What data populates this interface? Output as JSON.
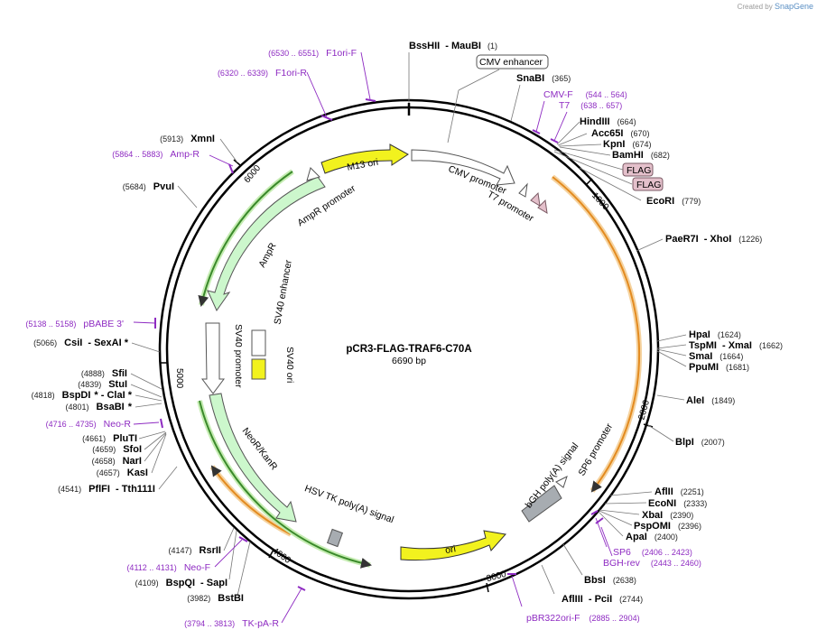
{
  "credit": {
    "created_by": "Created by",
    "brand": "SnapGene"
  },
  "plasmid": {
    "name": "pCR3-FLAG-TRAF6-C70A",
    "size_label": "6690 bp",
    "total_bp": 6690
  },
  "ticks": [
    {
      "bp": 1000,
      "label": "1000"
    },
    {
      "bp": 2000,
      "label": "2000"
    },
    {
      "bp": 3000,
      "label": "3000"
    },
    {
      "bp": 4000,
      "label": "4000"
    },
    {
      "bp": 5000,
      "label": "5000"
    },
    {
      "bp": 6000,
      "label": "6000"
    }
  ],
  "enzymes": [
    {
      "name": "BssHII",
      "extra": "- MauBI",
      "pos": "(1)"
    },
    {
      "name": "SnaBI",
      "extra": "",
      "pos": "(365)"
    },
    {
      "name": "HindIII",
      "extra": "",
      "pos": "(664)"
    },
    {
      "name": "Acc65I",
      "extra": "",
      "pos": "(670)"
    },
    {
      "name": "KpnI",
      "extra": "",
      "pos": "(674)"
    },
    {
      "name": "BamHI",
      "extra": "",
      "pos": "(682)"
    },
    {
      "name": "EcoRI",
      "extra": "",
      "pos": "(779)"
    },
    {
      "name": "PaeR7I",
      "extra": "- XhoI",
      "pos": "(1226)"
    },
    {
      "name": "HpaI",
      "extra": "",
      "pos": "(1624)"
    },
    {
      "name": "TspMI",
      "extra": "- XmaI",
      "pos": "(1662)"
    },
    {
      "name": "SmaI",
      "extra": "",
      "pos": "(1664)"
    },
    {
      "name": "PpuMI",
      "extra": "",
      "pos": "(1681)"
    },
    {
      "name": "AleI",
      "extra": "",
      "pos": "(1849)"
    },
    {
      "name": "BlpI",
      "extra": "",
      "pos": "(2007)"
    },
    {
      "name": "AflII",
      "extra": "",
      "pos": "(2251)"
    },
    {
      "name": "EcoNI",
      "extra": "",
      "pos": "(2333)"
    },
    {
      "name": "XbaI",
      "extra": "",
      "pos": "(2390)"
    },
    {
      "name": "PspOMI",
      "extra": "",
      "pos": "(2396)"
    },
    {
      "name": "ApaI",
      "extra": "",
      "pos": "(2400)"
    },
    {
      "name": "BbsI",
      "extra": "",
      "pos": "(2638)"
    },
    {
      "name": "AflIII",
      "extra": "- PciI",
      "pos": "(2744)"
    },
    {
      "name": "BstBI",
      "extra": "",
      "pos": "(3982)"
    },
    {
      "name": "BspQI",
      "extra": "- SapI",
      "pos": "(4109)"
    },
    {
      "name": "RsrII",
      "extra": "",
      "pos": "(4147)"
    },
    {
      "name": "PflFI",
      "extra": "- Tth111I",
      "pos": "(4541)"
    },
    {
      "name": "KasI",
      "extra": "",
      "pos": "(4657)"
    },
    {
      "name": "NarI",
      "extra": "",
      "pos": "(4658)"
    },
    {
      "name": "SfoI",
      "extra": "",
      "pos": "(4659)"
    },
    {
      "name": "PluTI",
      "extra": "",
      "pos": "(4661)"
    },
    {
      "name": "BsaBI",
      "extra": "*",
      "pos": "(4801)"
    },
    {
      "name": "BspDI",
      "extra": "* - ClaI *",
      "pos": "(4818)"
    },
    {
      "name": "StuI",
      "extra": "",
      "pos": "(4839)"
    },
    {
      "name": "SfiI",
      "extra": "",
      "pos": "(4888)"
    },
    {
      "name": "CsiI",
      "extra": "- SexAI *",
      "pos": "(5066)"
    },
    {
      "name": "PvuI",
      "extra": "",
      "pos": "(5684)"
    },
    {
      "name": "XmnI",
      "extra": "",
      "pos": "(5913)"
    }
  ],
  "primers": [
    {
      "name": "F1ori-F",
      "range": "(6530 .. 6551)"
    },
    {
      "name": "F1ori-R",
      "range": "(6320 .. 6339)"
    },
    {
      "name": "Amp-R",
      "range": "(5864 .. 5883)"
    },
    {
      "name": "pBABE 3'",
      "range": "(5138 .. 5158)"
    },
    {
      "name": "Neo-R",
      "range": "(4716 .. 4735)"
    },
    {
      "name": "Neo-F",
      "range": "(4112 .. 4131)"
    },
    {
      "name": "TK-pA-R",
      "range": "(3794 .. 3813)"
    },
    {
      "name": "CMV-F",
      "range": "(544 .. 564)"
    },
    {
      "name": "T7",
      "range": "(638 .. 657)"
    },
    {
      "name": "SP6",
      "range": "(2406 .. 2423)"
    },
    {
      "name": "BGH-rev",
      "range": "(2443 .. 2460)"
    },
    {
      "name": "pBR322ori-F",
      "range": "(2885 .. 2904)"
    }
  ],
  "features": {
    "cmv_enhancer": "CMV enhancer",
    "cmv_promoter": "CMV promoter",
    "t7_promoter": "T7 promoter",
    "flag1": "FLAG",
    "flag2": "FLAG",
    "m13_ori": "M13 ori",
    "ampr_promoter": "AmpR promoter",
    "ampr": "AmpR",
    "sv40_enhancer": "SV40 enhancer",
    "sv40_ori": "SV40 ori",
    "sv40_promoter": "SV40 promoter",
    "neor": "NeoR/KanR",
    "hsv_tk": "HSV TK poly(A) signal",
    "ori": "ori",
    "bgh": "bGH poly(A) signal",
    "sp6_promoter": "SP6 promoter"
  },
  "colors": {
    "primer": "#8e2bc2",
    "m13_ori": "#f2f21e",
    "ampr": "#ccf7cc",
    "orf_orange": "#e38b20",
    "flag": "#e4c0cb",
    "grey_feature": "#a7acb1"
  }
}
